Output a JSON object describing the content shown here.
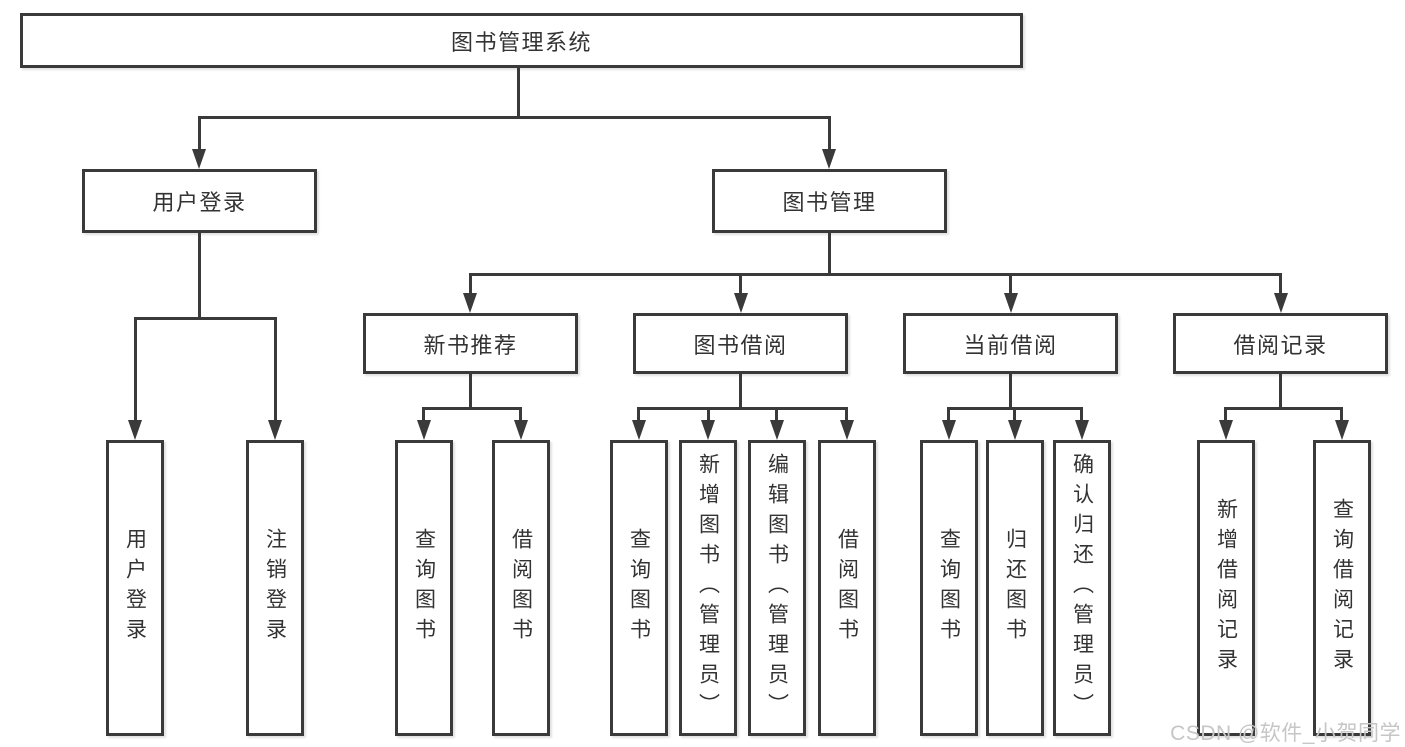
{
  "diagram_title": "图书管理系统",
  "nodes": {
    "root": {
      "label": "图书管理系统"
    },
    "user_login": {
      "label": "用户登录"
    },
    "book_management": {
      "label": "图书管理"
    },
    "new_book_recommend": {
      "label": "新书推荐"
    },
    "book_borrowing": {
      "label": "图书借阅"
    },
    "current_borrowing": {
      "label": "当前借阅"
    },
    "borrowing_records": {
      "label": "借阅记录"
    },
    "leaf_user_login": {
      "label": "用户登录"
    },
    "leaf_logout_login": {
      "label": "注销登录"
    },
    "leaf_query_books_recommend": {
      "label": "查询图书"
    },
    "leaf_borrow_books_recommend": {
      "label": "借阅图书"
    },
    "leaf_query_books_borrowing": {
      "label": "查询图书"
    },
    "leaf_add_books_admin": {
      "label": "新增图书（管理员）"
    },
    "leaf_edit_books_admin": {
      "label": "编辑图书（管理员）"
    },
    "leaf_borrow_books_borrowing": {
      "label": "借阅图书"
    },
    "leaf_query_books_current": {
      "label": "查询图书"
    },
    "leaf_return_books": {
      "label": "归还图书"
    },
    "leaf_confirm_return_admin": {
      "label": "确认归还（管理员）"
    },
    "leaf_add_borrow_record": {
      "label": "新增借阅记录"
    },
    "leaf_query_borrow_record": {
      "label": "查询借阅记录"
    }
  },
  "watermark": {
    "text": "CSDN @软件_小贺同学"
  },
  "colors": {
    "line": "#3a3a3a",
    "text": "#333333",
    "watermark": "#c6c6c6",
    "background": "#ffffff"
  }
}
